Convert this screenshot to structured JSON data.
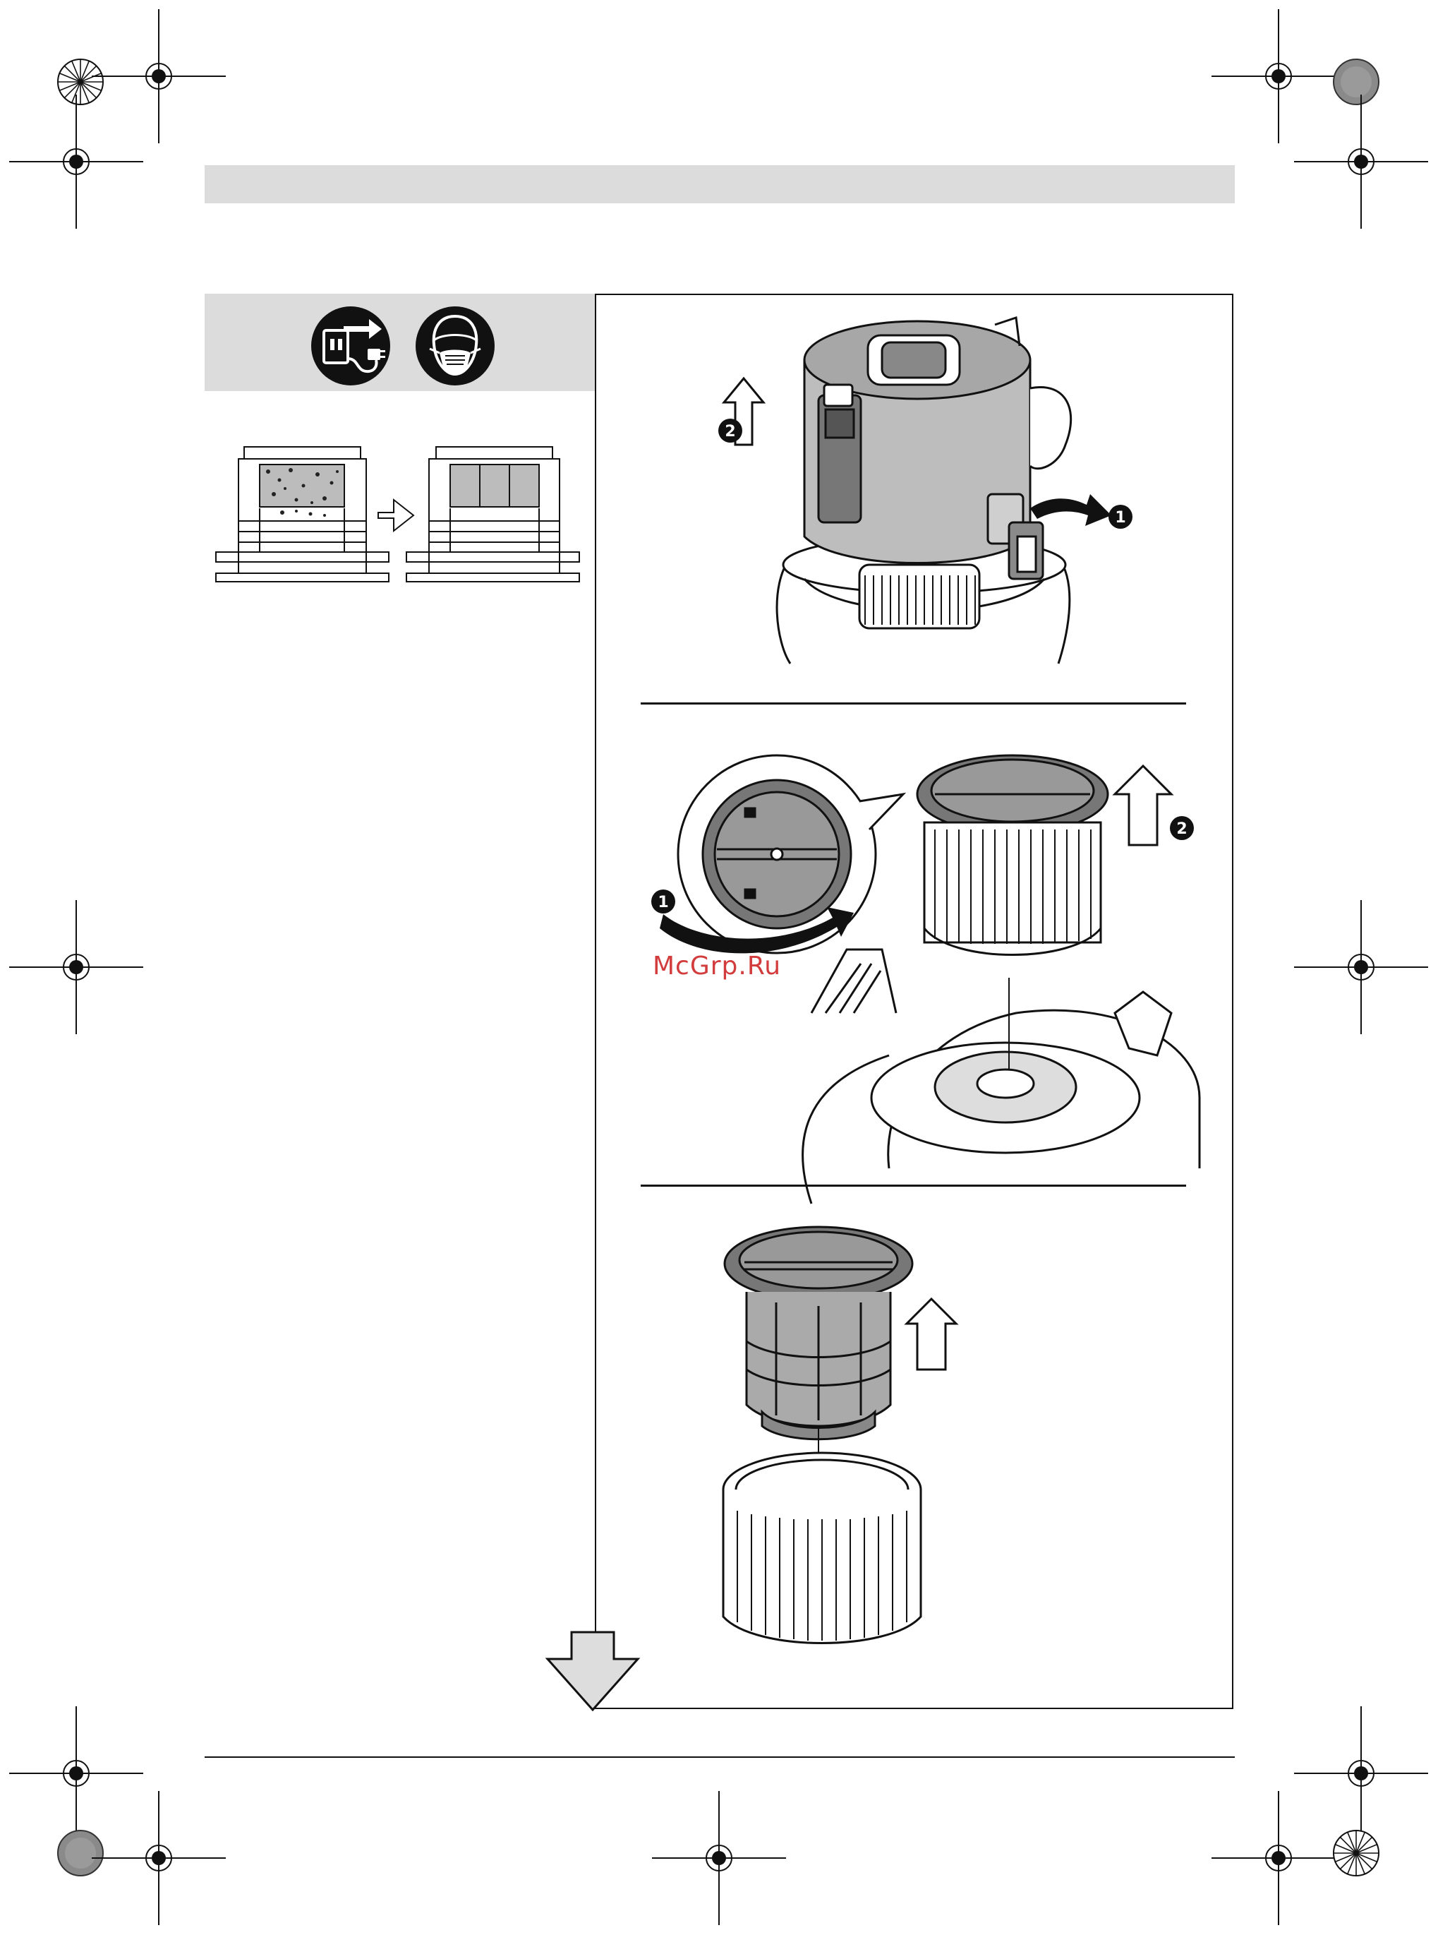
{
  "watermark": "McGrp.Ru",
  "icons": {
    "left": "unplug-power-icon",
    "right": "dust-mask-icon"
  },
  "steps": {
    "step_a": {
      "callout_1": "1",
      "callout_2": "2"
    },
    "step_b": {
      "callout_1": "1",
      "callout_2": "2"
    }
  },
  "colors": {
    "panel_gray": "#dcdcdc",
    "frame": "#111111",
    "watermark": "#d23c3c",
    "arrow_gray": "#dddddd"
  }
}
